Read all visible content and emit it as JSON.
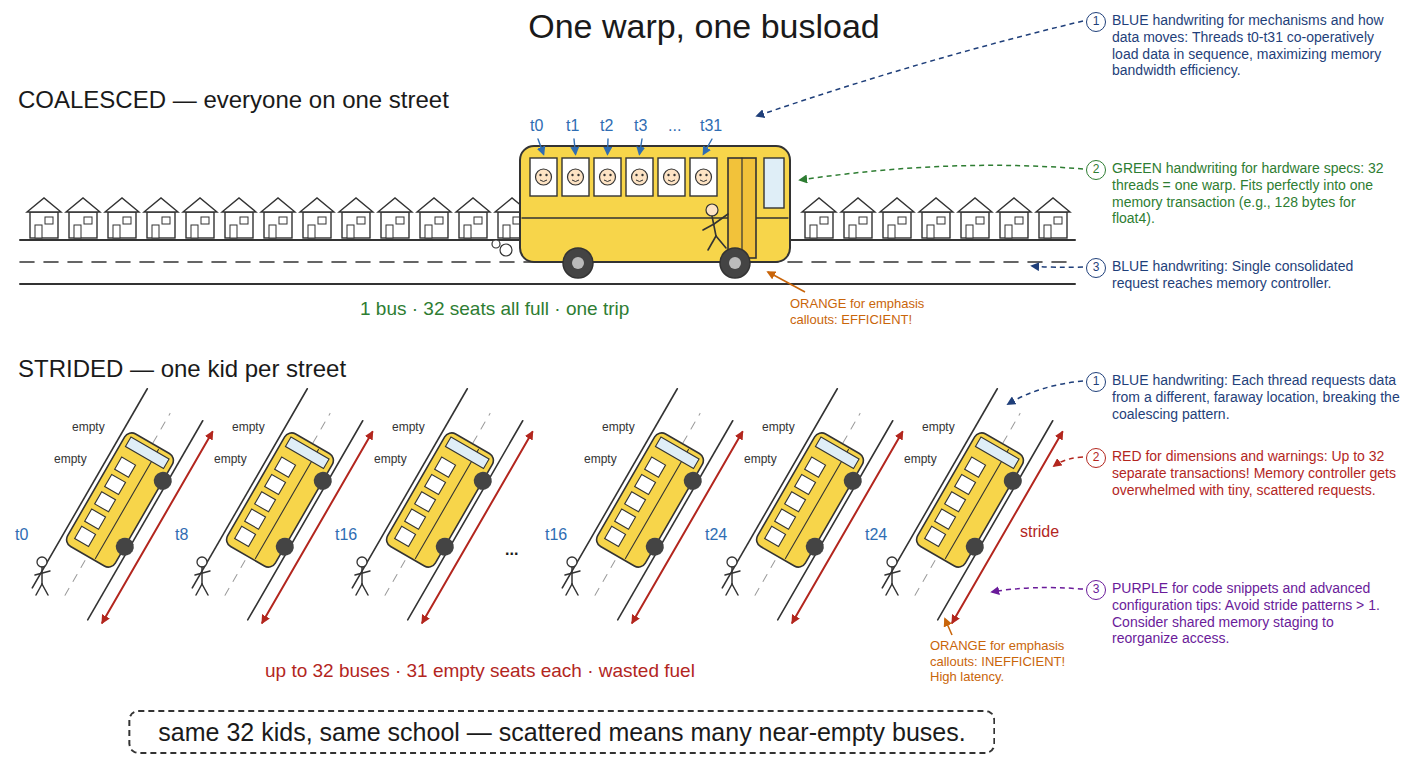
{
  "diagram": {
    "title": "One warp, one busload",
    "caption": "same 32 kids, same school — scattered means many near-empty buses.",
    "labels": [
      "COALESCED — everyone on one street",
      "t0",
      "t1",
      "t2",
      "t3",
      "...",
      "t31",
      "1 bus · 32 seats all full · one trip",
      "ORANGE for emphasis callouts: EFFICIENT!",
      "1",
      "BLUE handwriting for mechanisms and how data moves: Threads t0-t31 co-operatively load data in sequence, maximizing memory bandwidth efficiency.",
      "2",
      "GREEN handwriting for hardware specs: 32 threads = one warp. Fits perfectly into one memory transaction (e.g., 128 bytes for float4).",
      "3",
      "BLUE handwriting: Single consolidated request reaches memory controller.",
      "STRIDED — one kid per street",
      "t0",
      "t8",
      "t16",
      "...",
      "t16",
      "t24",
      "t24",
      "empty",
      "empty",
      "empty",
      "empty",
      "empty",
      "empty",
      "empty",
      "empty",
      "empty",
      "empty",
      "empty",
      "empty",
      "stride",
      "up to 32 buses · 31 empty seats each · wasted fuel",
      "ORANGE for emphasis callouts: INEFFICIENT! High latency.",
      "1",
      "BLUE handwriting: Each thread requests data from a different, faraway location, breaking the coalescing pattern.",
      "2",
      "RED for dimensions and warnings: Up to 32 separate transactions! Memory controller gets overwhelmed with tiny, scattered requests.",
      "3",
      "PURPLE for code snippets and advanced configuration tips: Avoid stride patterns > 1. Consider shared memory staging to reorganize access."
    ]
  }
}
